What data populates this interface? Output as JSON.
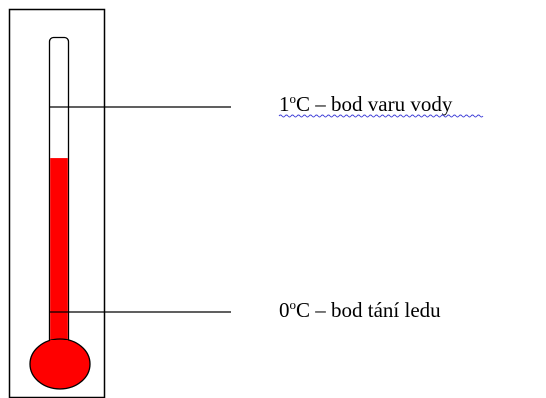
{
  "diagram": {
    "labels": {
      "boiling": {
        "value": "1",
        "degree": "o",
        "rest": "C – bod varu vody",
        "has_spellcheck_underline": true
      },
      "melting": {
        "value": "0",
        "degree": "o",
        "rest": "C – bod tání ledu"
      }
    },
    "mercury_level_fraction": 0.62,
    "colors": {
      "liquid": "#ff0000",
      "outline": "#000000",
      "frame": "#000000",
      "spellcheck": "#3b3bd6",
      "background": "#ffffff"
    }
  }
}
